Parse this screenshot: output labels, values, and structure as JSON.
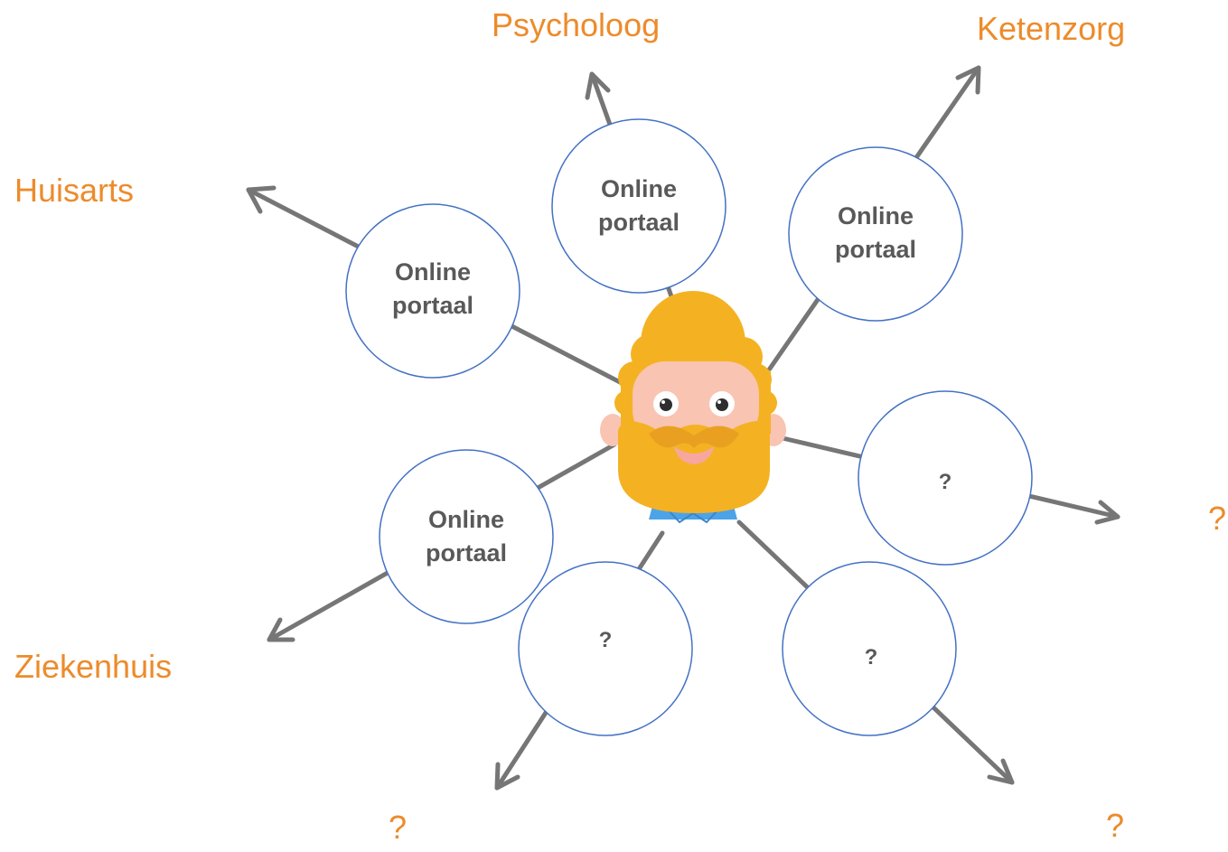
{
  "diagram": {
    "destinations": {
      "psycholoog": "Psycholoog",
      "ketenzorg": "Ketenzorg",
      "huisarts": "Huisarts",
      "ziekenhuis": "Ziekenhuis",
      "unknown_right": "?",
      "unknown_bottom_left": "?",
      "unknown_bottom_right": "?"
    },
    "nodes": {
      "huisarts_portal": [
        "Online",
        "portaal"
      ],
      "psycholoog_portal": [
        "Online",
        "portaal"
      ],
      "ketenzorg_portal": [
        "Online",
        "portaal"
      ],
      "ziekenhuis_portal": [
        "Online",
        "portaal"
      ],
      "unknown_right": [
        "?"
      ],
      "unknown_bottom_left": [
        "?"
      ],
      "unknown_bottom_right": [
        "?"
      ]
    },
    "colors": {
      "destination_text": "#ED8B2B",
      "node_border": "#4472C4",
      "node_text": "#595959",
      "connector": "#767676",
      "hair": "#F4B223",
      "skin": "#F9C4B2",
      "shirt": "#4DA3E8"
    },
    "center_icon": "bearded-person-avatar-icon"
  }
}
